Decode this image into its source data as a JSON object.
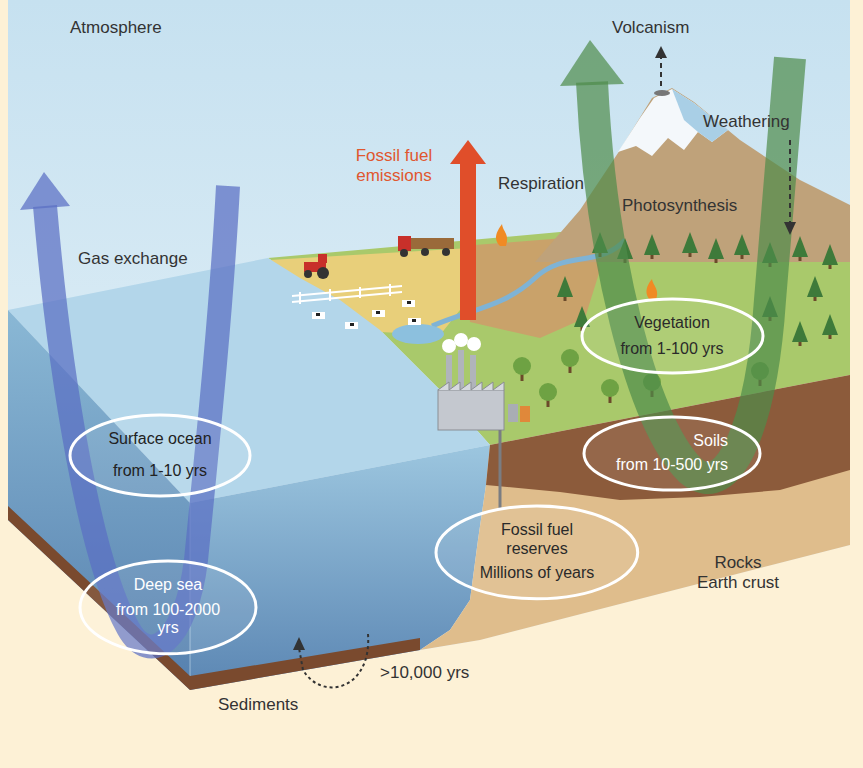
{
  "diagram": {
    "nodes": [
      {
        "text": [
          "Vegetation",
          "from 1-100 yrs"
        ]
      },
      {
        "text": [
          "Surface ocean",
          "from 1-10 yrs"
        ]
      },
      {
        "text": [
          "Soils",
          "from 10-500 yrs"
        ]
      },
      {
        "text": [
          "Fossil fuel reserves",
          "Millions of years"
        ]
      },
      {
        "text": [
          "Deep sea",
          "from 100-2000 yrs"
        ]
      }
    ],
    "labels": [
      "Atmosphere",
      "Volcanism",
      "Weathering",
      "Fossil fuel emissions",
      "Respiration",
      "Photosynthesis",
      "Gas exchange",
      "Rocks Earth crust",
      ">10,000 yrs",
      "Sediments"
    ]
  }
}
